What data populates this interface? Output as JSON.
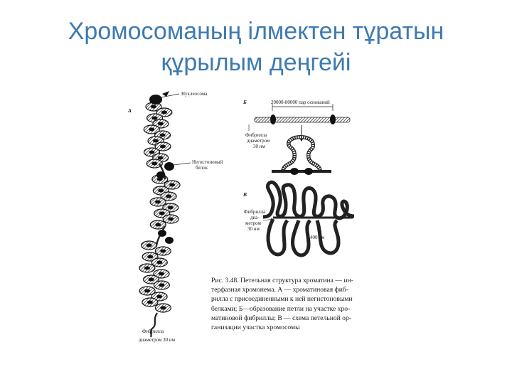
{
  "slide": {
    "title_line1": "Хромосоманың ілмектен тұратын",
    "title_line2": "құрылым деңгейі"
  },
  "figure": {
    "panel_a": "А",
    "panel_b": "Б",
    "panel_v": "В",
    "label_nucleosome": "Нуклеосома",
    "label_nonhistone_1": "Негистоновый",
    "label_nonhistone_2": "белок",
    "label_fibril_a_1": "Фибрилла",
    "label_fibril_a_2": "диаметром 30 нм",
    "label_bp": "20000-80000 пар оснований",
    "label_fibril_b_1": "Фибрилла",
    "label_fibril_b_2": "диаметром",
    "label_fibril_b_3": "30 нм",
    "label_fibril_v_1": "Фибрилла",
    "label_fibril_v_2": "диа-",
    "label_fibril_v_3": "метром",
    "label_fibril_v_4": "30 нм",
    "label_400": "400 нм"
  },
  "caption": {
    "line1": "Рис. 3.48. Петельная структура хроматина — ин-",
    "line2": "терфазная хромонема. А — хроматиновая фиб-",
    "line3": "рилла с присоединенными к ней негистоновыми",
    "line4": "белками; Б—образование петли на участке хро-",
    "line5": "матиновой фибриллы; В — схема петельной ор-",
    "line6": "ганизации участка хромосомы"
  }
}
